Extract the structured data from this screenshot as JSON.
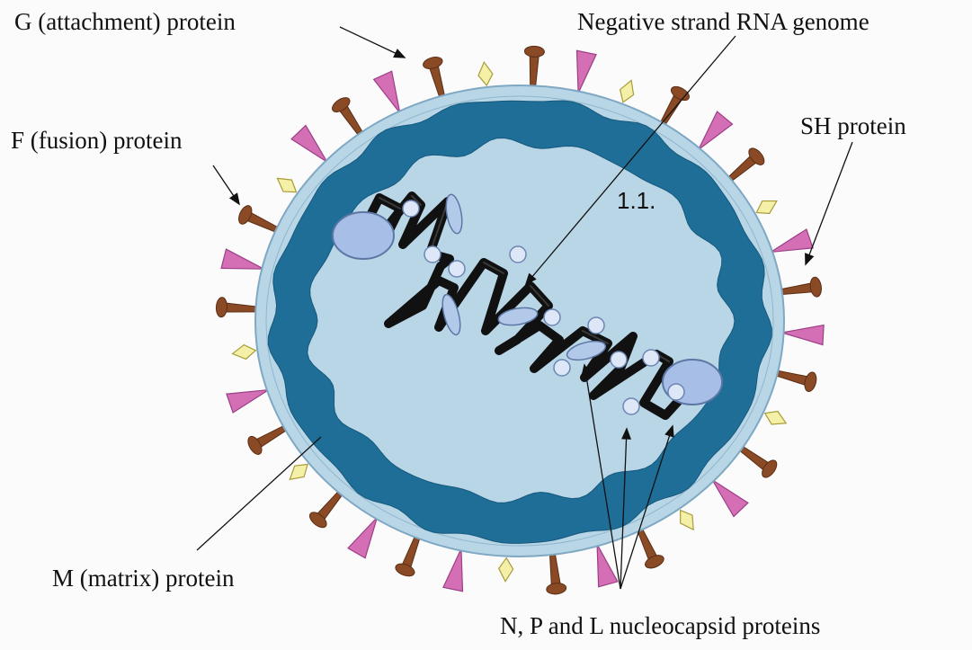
{
  "labels": {
    "g_protein": "G (attachment) protein",
    "rna_genome": "Negative strand RNA genome",
    "f_protein": "F (fusion) protein",
    "sh_protein": "SH protein",
    "figure_number": "1.1.",
    "m_protein": "M  (matrix) protein",
    "nucleocapsid": "N, P and L nucleocapsid proteins"
  },
  "colors": {
    "matrix": "#1e6e98",
    "envelope": "#b9d6e6",
    "g_protein": "#d46fb6",
    "f_protein": "#8a4a25",
    "sh_protein": "#f4f0a8",
    "rna": "#111111",
    "nucleocapsid": "#a7bfe6"
  },
  "icons": [
    "g-protein-spike-icon",
    "f-protein-spike-icon",
    "sh-protein-icon",
    "rna-strand-icon",
    "nucleocapsid-protein-icon"
  ]
}
